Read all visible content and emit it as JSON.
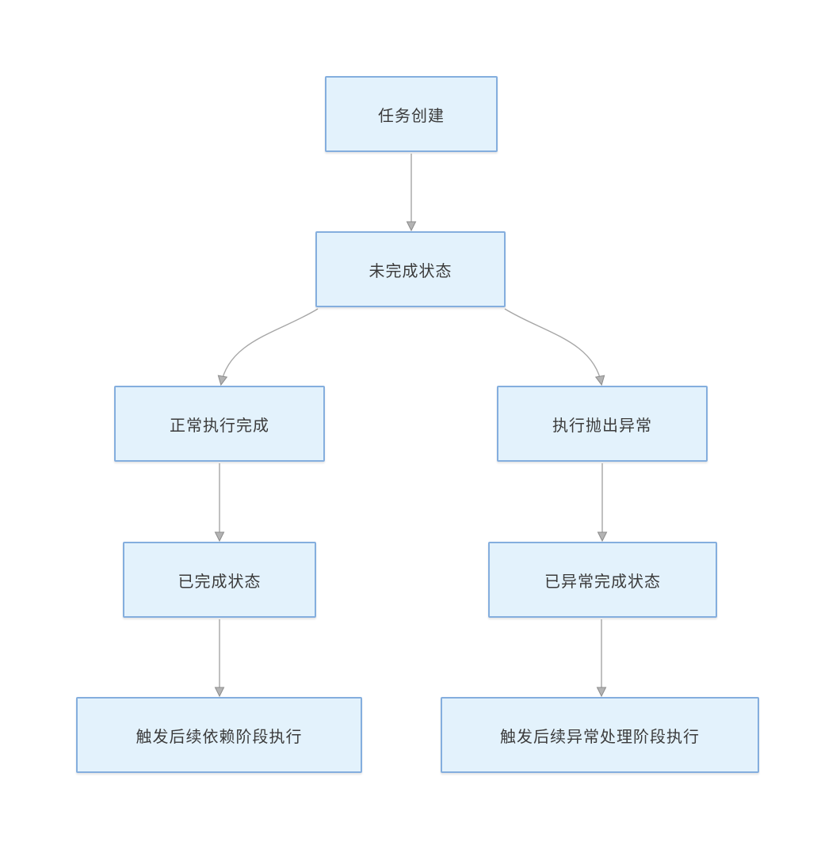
{
  "diagram": {
    "type": "flowchart",
    "nodes": [
      {
        "id": "task-created",
        "label": "任务创建"
      },
      {
        "id": "incomplete-state",
        "label": "未完成状态"
      },
      {
        "id": "normal-execution-complete",
        "label": "正常执行完成"
      },
      {
        "id": "execution-throws-exception",
        "label": "执行抛出异常"
      },
      {
        "id": "completed-state",
        "label": "已完成状态"
      },
      {
        "id": "exception-completed-state",
        "label": "已异常完成状态"
      },
      {
        "id": "trigger-dependent-stage",
        "label": "触发后续依赖阶段执行"
      },
      {
        "id": "trigger-exception-stage",
        "label": "触发后续异常处理阶段执行"
      }
    ],
    "edges": [
      {
        "from": "task-created",
        "to": "incomplete-state"
      },
      {
        "from": "incomplete-state",
        "to": "normal-execution-complete"
      },
      {
        "from": "incomplete-state",
        "to": "execution-throws-exception"
      },
      {
        "from": "normal-execution-complete",
        "to": "completed-state"
      },
      {
        "from": "execution-throws-exception",
        "to": "exception-completed-state"
      },
      {
        "from": "completed-state",
        "to": "trigger-dependent-stage"
      },
      {
        "from": "exception-completed-state",
        "to": "trigger-exception-stage"
      }
    ]
  },
  "colors": {
    "node_fill": "#e3f2fc",
    "node_border": "#84aede",
    "node_text": "#3b3b3b",
    "arrow_line": "#a6a6a6",
    "arrow_head_fill": "#b3b3b3",
    "arrow_head_stroke": "#8c8c8c",
    "background": "#ffffff"
  }
}
